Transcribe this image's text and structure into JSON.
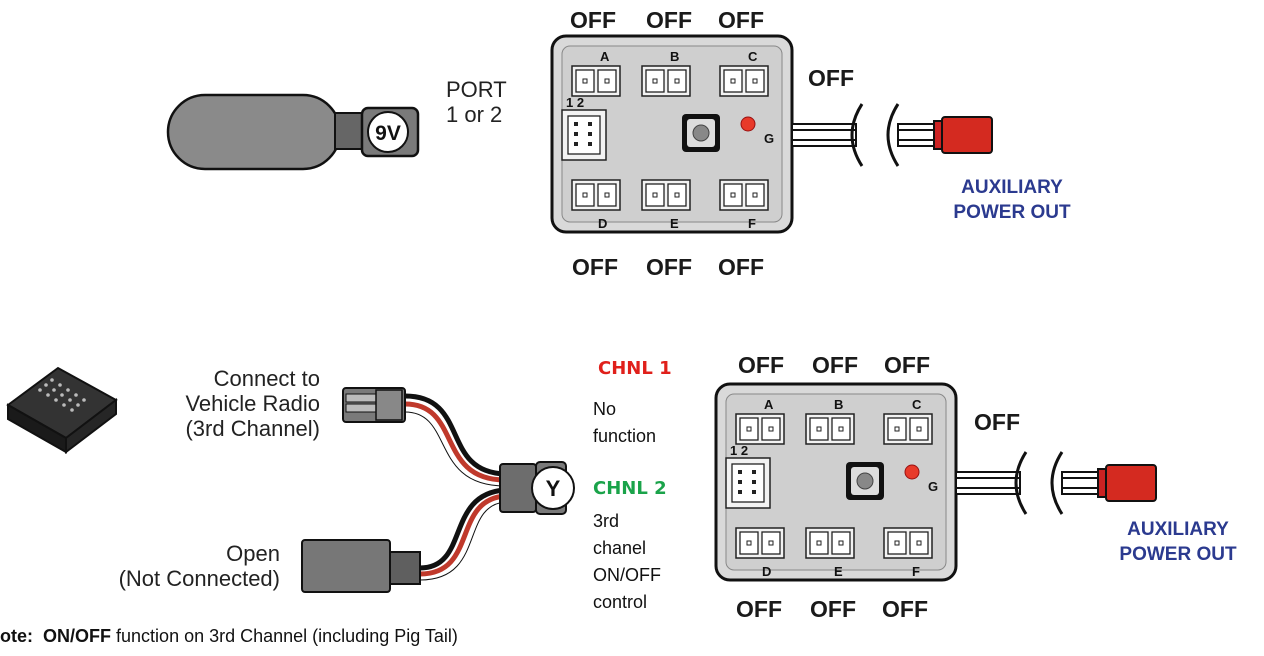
{
  "top_panel": {
    "port_label_line1": "PORT",
    "port_label_line2": "1 or 2",
    "battery_label": "9V",
    "state_top": [
      "OFF",
      "OFF",
      "OFF"
    ],
    "state_bottom": [
      "OFF",
      "OFF",
      "OFF"
    ],
    "state_right": "OFF",
    "ports_top": [
      "A",
      "B",
      "C"
    ],
    "ports_bottom": [
      "D",
      "E",
      "F"
    ],
    "side_port": "1 2",
    "led_label": "G",
    "aux_line1": "AUXILIARY",
    "aux_line2": "POWER OUT"
  },
  "bottom_panel": {
    "connect_line1": "Connect to",
    "connect_line2": "Vehicle Radio",
    "connect_line3": "(3rd Channel)",
    "open_line1": "Open",
    "open_line2": "(Not Connected)",
    "y_label": "Y",
    "chnl1_title": "CHNL 1",
    "chnl1_line1": "No",
    "chnl1_line2": "function",
    "chnl2_title": "CHNL 2",
    "chnl2_line1": "3rd",
    "chnl2_line2": "chanel",
    "chnl2_line3": "ON/OFF",
    "chnl2_line4": "control",
    "state_top": [
      "OFF",
      "OFF",
      "OFF"
    ],
    "state_bottom": [
      "OFF",
      "OFF",
      "OFF"
    ],
    "state_right": "OFF",
    "ports_top": [
      "A",
      "B",
      "C"
    ],
    "ports_bottom": [
      "D",
      "E",
      "F"
    ],
    "side_port": "1 2",
    "led_label": "G",
    "aux_line1": "AUXILIARY",
    "aux_line2": "POWER OUT"
  },
  "note": {
    "prefix": "ote:",
    "bold": "ON/OFF",
    "rest": "function on 3rd Channel (including Pig Tail)"
  },
  "colors": {
    "chnl1": "#e0201b",
    "chnl2": "#1aa34a",
    "led": "#e83a2a",
    "plug": "#d42a20",
    "aux_text": "#2b3a8f"
  }
}
